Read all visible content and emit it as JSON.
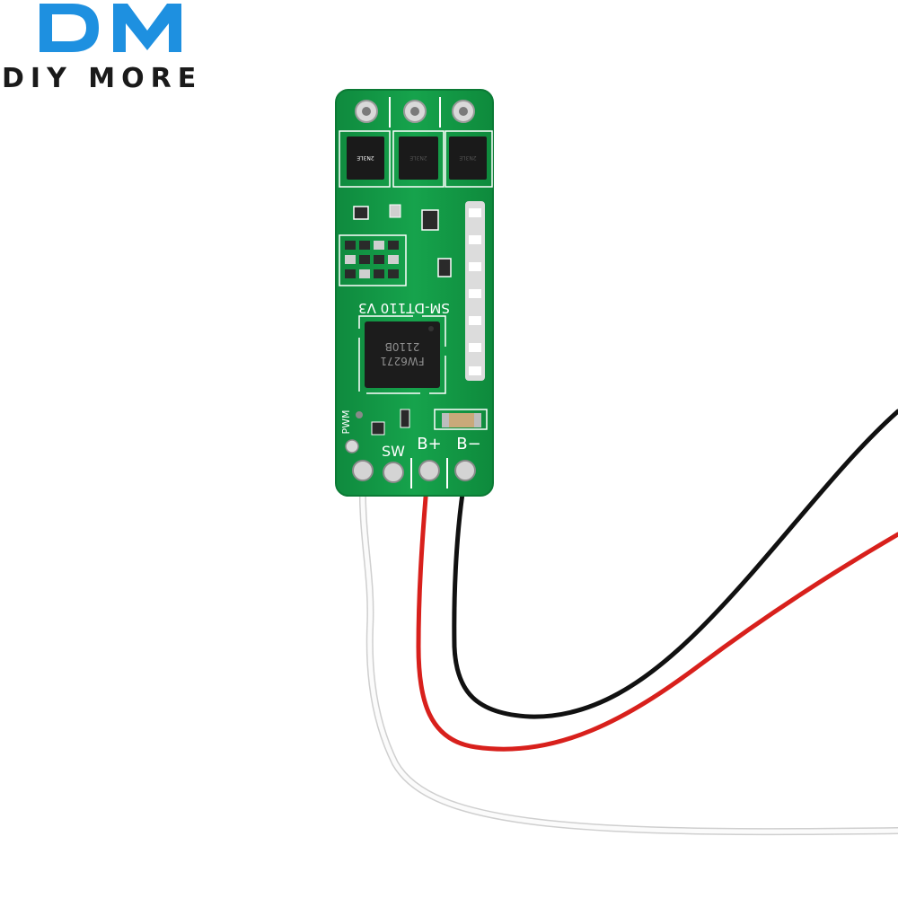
{
  "logo": {
    "mark_text": "DM",
    "brand_text": "DIY MORE",
    "mark_color": "#1e90e0"
  },
  "board": {
    "model": "SM-DT110 V3",
    "chip_line1": "FW6271",
    "chip_line2": "2110B",
    "mosfet_marks": [
      "2N3LE",
      "2N3LE",
      "2N3LE"
    ],
    "pads": {
      "pwm": "PWM",
      "sw": "SW",
      "b_plus": "B+",
      "b_minus": "B−"
    },
    "colors": {
      "pcb": "#13a04a",
      "silkscreen": "#ffffff"
    }
  },
  "wires": [
    {
      "name": "white",
      "color": "#f2f2f2"
    },
    {
      "name": "red",
      "color": "#d8201c"
    },
    {
      "name": "black",
      "color": "#111111"
    }
  ]
}
